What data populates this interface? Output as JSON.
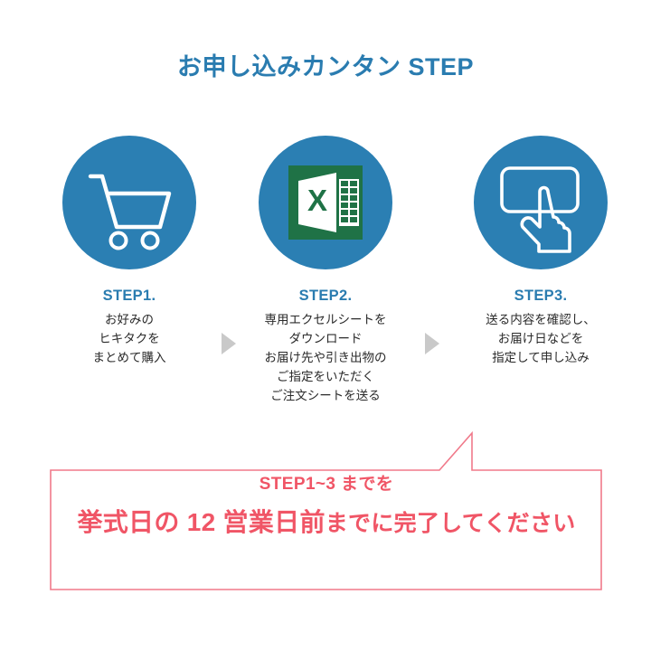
{
  "page": {
    "background_color": "#ffffff",
    "accent_blue": "#2B7FB3",
    "title_blue": "#2A7CB0",
    "excel_green": "#1F7246",
    "callout_red": "#F05566",
    "arrow_gray": "#c9c9c9"
  },
  "title": "お申し込みカンタン STEP",
  "steps": [
    {
      "icon": "shopping-cart-icon",
      "label": "STEP1.",
      "lines": [
        "お好みの",
        "ヒキタクを",
        "まとめて購入"
      ]
    },
    {
      "icon": "excel-spreadsheet-icon",
      "label": "STEP2.",
      "lines": [
        "専用エクセルシートを",
        "ダウンロード",
        "お届け先や引き出物の",
        "ご指定をいただく",
        "ご注文シートを送る"
      ]
    },
    {
      "icon": "hand-tap-button-icon",
      "label": "STEP3.",
      "lines": [
        "送る内容を確認し、",
        "お届け日などを",
        "指定して申し込み"
      ]
    }
  ],
  "arrows": [
    {
      "name": "step1-to-step2-arrow",
      "glyph": "triangle-right-icon"
    },
    {
      "name": "step2-to-step3-arrow",
      "glyph": "triangle-right-icon"
    }
  ],
  "callout": {
    "line1": "STEP1~3 までを",
    "line2_strong": "挙式日の 12 営業日前",
    "line2_rest": "までに完了してください"
  }
}
